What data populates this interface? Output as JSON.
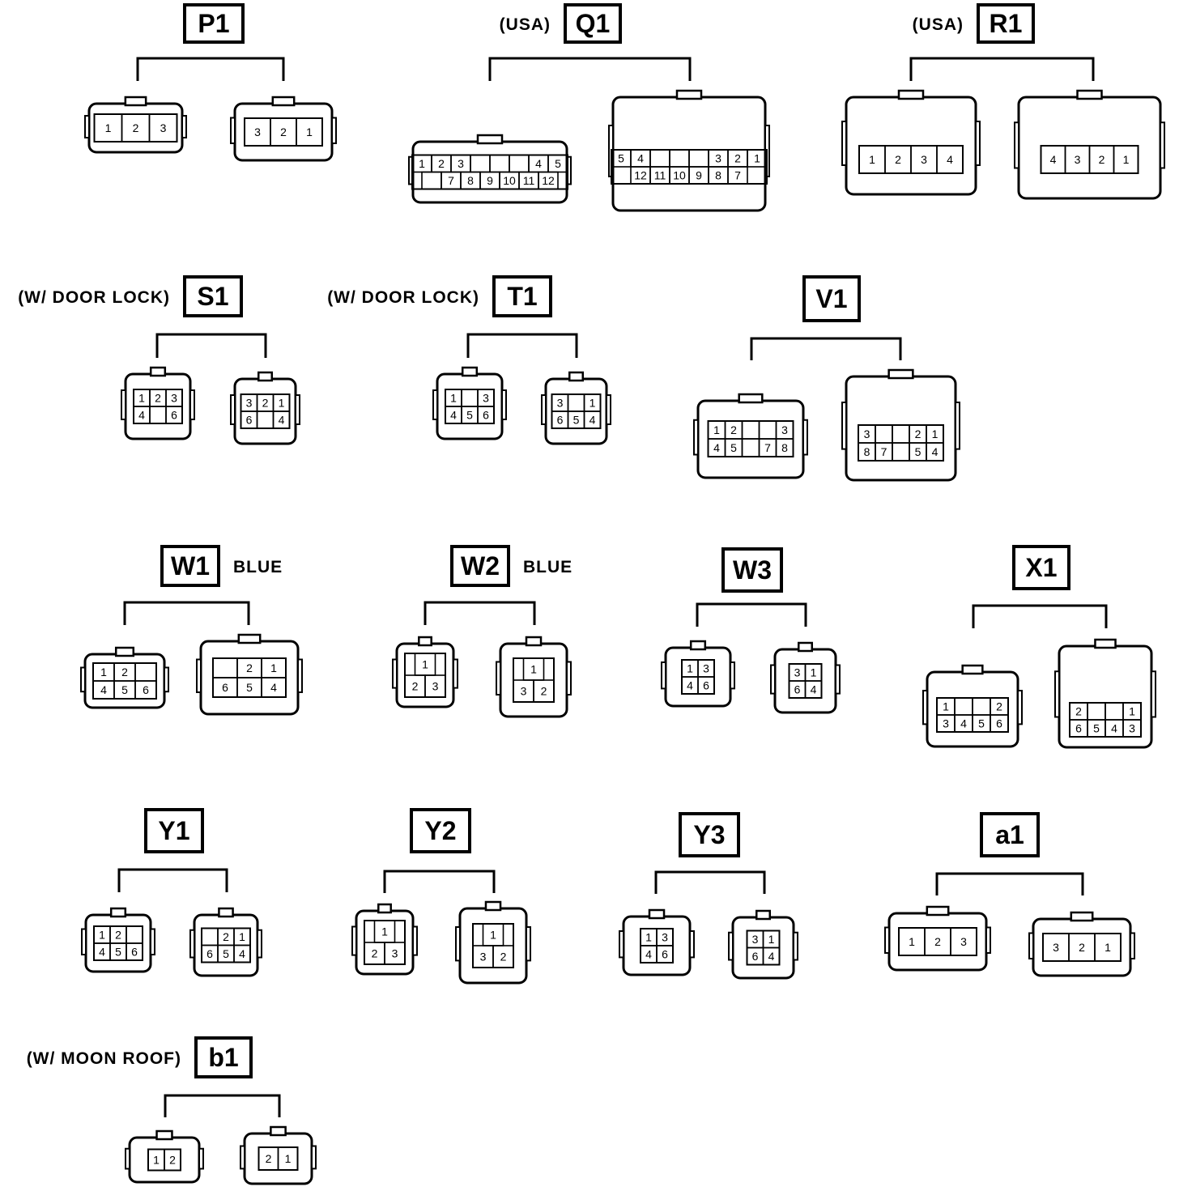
{
  "connectors": [
    {
      "code": "P1",
      "prefix": "",
      "suffix": "",
      "female": {
        "pins": [
          [
            "1",
            "2",
            "3"
          ]
        ]
      },
      "male": {
        "pins": [
          [
            "3",
            "2",
            "1"
          ]
        ]
      }
    },
    {
      "code": "Q1",
      "prefix": "(USA)",
      "suffix": "",
      "female": {
        "pins": [
          [
            "1",
            "2",
            "3",
            "",
            "",
            "",
            "4",
            "5"
          ],
          [
            "",
            "7",
            "8",
            "9",
            "10",
            "11",
            "12"
          ]
        ]
      },
      "male": {
        "pins": [
          [
            "5",
            "4",
            "",
            "",
            "",
            "3",
            "2",
            "1"
          ],
          [
            "12",
            "11",
            "10",
            "9",
            "8",
            "7"
          ]
        ]
      }
    },
    {
      "code": "R1",
      "prefix": "(USA)",
      "suffix": "",
      "female": {
        "pins": [
          [
            "1",
            "2",
            "3",
            "4"
          ]
        ]
      },
      "male": {
        "pins": [
          [
            "4",
            "3",
            "2",
            "1"
          ]
        ]
      }
    },
    {
      "code": "S1",
      "prefix": "(W/ DOOR LOCK)",
      "suffix": "",
      "female": {
        "pins": [
          [
            "1",
            "2",
            "3"
          ],
          [
            "4",
            "",
            "6"
          ]
        ]
      },
      "male": {
        "pins": [
          [
            "3",
            "2",
            "1"
          ],
          [
            "6",
            "",
            "4"
          ]
        ]
      }
    },
    {
      "code": "T1",
      "prefix": "(W/ DOOR LOCK)",
      "suffix": "",
      "female": {
        "pins": [
          [
            "1",
            "",
            "3"
          ],
          [
            "4",
            "5",
            "6"
          ]
        ]
      },
      "male": {
        "pins": [
          [
            "3",
            "",
            "1"
          ],
          [
            "6",
            "5",
            "4"
          ]
        ]
      }
    },
    {
      "code": "V1",
      "prefix": "",
      "suffix": "",
      "female": {
        "pins": [
          [
            "1",
            "2",
            "",
            "",
            "3"
          ],
          [
            "4",
            "5",
            "",
            "7",
            "8"
          ]
        ]
      },
      "male": {
        "pins": [
          [
            "3",
            "",
            "",
            "2",
            "1"
          ],
          [
            "8",
            "7",
            "",
            "5",
            "4"
          ]
        ]
      }
    },
    {
      "code": "W1",
      "prefix": "",
      "suffix": "BLUE",
      "female": {
        "pins": [
          [
            "1",
            "2",
            ""
          ],
          [
            "4",
            "5",
            "6"
          ]
        ]
      },
      "male": {
        "pins": [
          [
            "",
            "2",
            "1"
          ],
          [
            "6",
            "5",
            "4"
          ]
        ]
      }
    },
    {
      "code": "W2",
      "prefix": "",
      "suffix": "BLUE",
      "female": {
        "pins": [
          [
            "1"
          ],
          [
            "2",
            "3"
          ]
        ]
      },
      "male": {
        "pins": [
          [
            "1"
          ],
          [
            "3",
            "2"
          ]
        ]
      }
    },
    {
      "code": "W3",
      "prefix": "",
      "suffix": "",
      "female": {
        "pins": [
          [
            "1",
            "3"
          ],
          [
            "4",
            "6"
          ]
        ]
      },
      "male": {
        "pins": [
          [
            "3",
            "1"
          ],
          [
            "6",
            "4"
          ]
        ]
      }
    },
    {
      "code": "X1",
      "prefix": "",
      "suffix": "",
      "female": {
        "pins": [
          [
            "1",
            "",
            "",
            "2"
          ],
          [
            "3",
            "4",
            "5",
            "6"
          ]
        ]
      },
      "male": {
        "pins": [
          [
            "2",
            "",
            "",
            "1"
          ],
          [
            "6",
            "5",
            "4",
            "3"
          ]
        ]
      }
    },
    {
      "code": "Y1",
      "prefix": "",
      "suffix": "",
      "female": {
        "pins": [
          [
            "1",
            "2",
            ""
          ],
          [
            "4",
            "5",
            "6"
          ]
        ]
      },
      "male": {
        "pins": [
          [
            "",
            "2",
            "1"
          ],
          [
            "6",
            "5",
            "4"
          ]
        ]
      }
    },
    {
      "code": "Y2",
      "prefix": "",
      "suffix": "",
      "female": {
        "pins": [
          [
            "1"
          ],
          [
            "2",
            "3"
          ]
        ]
      },
      "male": {
        "pins": [
          [
            "1"
          ],
          [
            "3",
            "2"
          ]
        ]
      }
    },
    {
      "code": "Y3",
      "prefix": "",
      "suffix": "",
      "female": {
        "pins": [
          [
            "1",
            "3"
          ],
          [
            "4",
            "6"
          ]
        ]
      },
      "male": {
        "pins": [
          [
            "3",
            "1"
          ],
          [
            "6",
            "4"
          ]
        ]
      }
    },
    {
      "code": "a1",
      "prefix": "",
      "suffix": "",
      "female": {
        "pins": [
          [
            "1",
            "2",
            "3"
          ]
        ]
      },
      "male": {
        "pins": [
          [
            "3",
            "2",
            "1"
          ]
        ]
      }
    },
    {
      "code": "b1",
      "prefix": "(W/ MOON ROOF)",
      "suffix": "",
      "female": {
        "pins": [
          [
            "1",
            "2"
          ]
        ]
      },
      "male": {
        "pins": [
          [
            "2",
            "1"
          ]
        ]
      }
    }
  ]
}
